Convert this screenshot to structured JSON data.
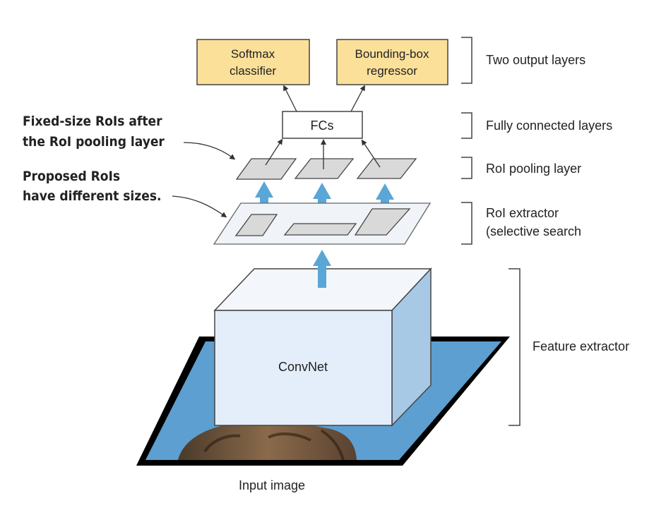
{
  "output_layers": {
    "softmax": {
      "line1": "Softmax",
      "line2": "classifier"
    },
    "bbox": {
      "line1": "Bounding-box",
      "line2": "regressor"
    }
  },
  "fcs_label": "FCs",
  "convnet_label": "ConvNet",
  "input_label": "Input image",
  "annotations": {
    "fixed_size": {
      "line1": "Fixed-size RoIs after",
      "line2": "the RoI pooling layer"
    },
    "proposed": {
      "line1": "Proposed RoIs",
      "line2": "have different sizes."
    }
  },
  "layer_labels": {
    "two_output": "Two output layers",
    "fully_connected": "Fully connected layers",
    "roi_pooling": "RoI pooling layer",
    "roi_extractor": {
      "line1": "RoI extractor",
      "line2": "(selective search"
    },
    "feature_extractor": "Feature extractor"
  },
  "colors": {
    "output_box_fill": "#fbe09a",
    "cube_front": "#e3eefa",
    "cube_top": "#f3f7fc",
    "cube_side": "#a7c9e6",
    "arrow_blue": "#5aa6d6",
    "image_blue": "#5d9fd0",
    "roi_fill": "#d9d9d9",
    "plane_fill": "#f0f3f7"
  }
}
